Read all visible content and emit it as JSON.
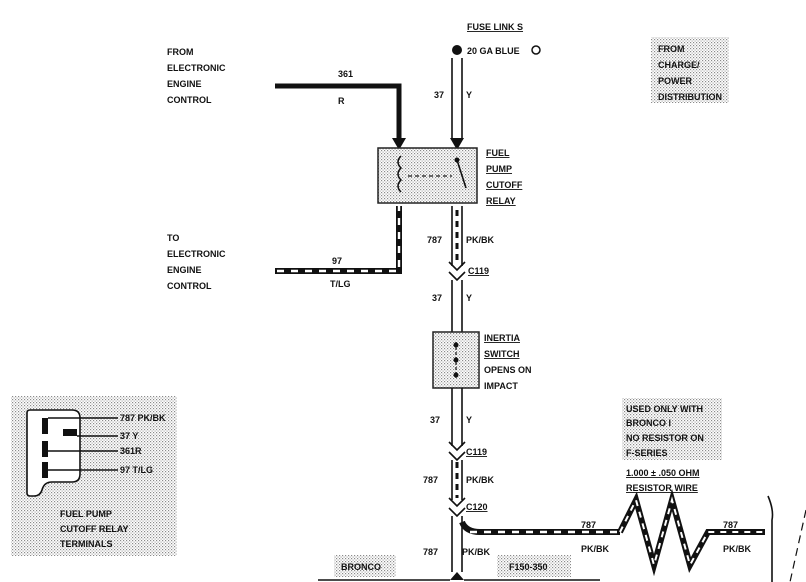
{
  "labels": {
    "from_eec": [
      "FROM",
      "ELECTRONIC",
      "ENGINE",
      "CONTROL"
    ],
    "to_eec": [
      "TO",
      "ELECTRONIC",
      "ENGINE",
      "CONTROL"
    ],
    "fuse_link": "FUSE LINK S",
    "fuse_gauge": "20 GA BLUE",
    "from_charge": [
      "FROM",
      "CHARGE/",
      "POWER",
      "DISTRIBUTION"
    ],
    "relay": [
      "FUEL",
      "PUMP",
      "CUTOFF",
      "RELAY"
    ],
    "inertia": [
      "INERTIA",
      "SWITCH",
      "OPENS ON",
      "IMPACT"
    ],
    "used_only": [
      "USED ONLY WITH",
      "BRONCO I",
      "NO RESISTOR ON",
      "F-SERIES"
    ],
    "resistor": [
      "1.000 ± .050 OHM",
      "RESISTOR WIRE"
    ],
    "terminals_title": [
      "FUEL PUMP",
      "CUTOFF RELAY",
      "TERMINALS"
    ],
    "terminals": [
      "787 PK/BK",
      "37 Y",
      "361R",
      "97 T/LG"
    ],
    "bronco": "BRONCO",
    "fseries": "F150-350"
  },
  "wires": {
    "w361_num": "361",
    "w361_color": "R",
    "w97_num": "97",
    "w97_color": "T/LG",
    "w37_num_top": "37",
    "w37_color_top": "Y",
    "w787_num_1": "787",
    "w787_color_1": "PK/BK",
    "w37_num_mid": "37",
    "w37_color_mid": "Y",
    "w37_num_low": "37",
    "w37_color_low": "Y",
    "w787_num_2": "787",
    "w787_color_2": "PK/BK",
    "w787_num_3": "787",
    "w787_color_3": "PK/BK",
    "w787_num_res1": "787",
    "w787_color_res1": "PK/BK",
    "w787_num_res2": "787",
    "w787_color_res2": "PK/BK"
  },
  "connectors": {
    "c119_a": "C119",
    "c119_b": "C119",
    "c120": "C120"
  }
}
